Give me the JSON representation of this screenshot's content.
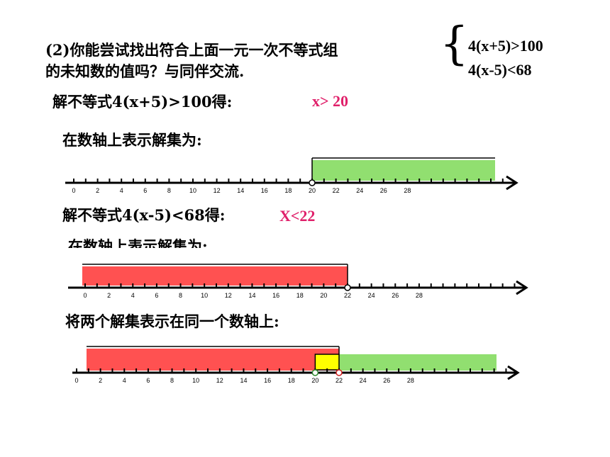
{
  "question": {
    "line1": "(2)你能尝试找出符合上面一元一次不等式组",
    "line2": "的未知数的值吗？与同伴交流."
  },
  "system": {
    "ineq1": "4(x+5)>100",
    "ineq2": "4(x-5)<68"
  },
  "step1": {
    "label": "解不等式4(x+5)>100得:",
    "answer": "x> 20",
    "axis_label": "在数轴上表示解集为:"
  },
  "step2": {
    "label": "解不等式4(x-5)<68得:",
    "answer": "X<22",
    "axis_label": "在数轴上表示解集为:"
  },
  "step3": {
    "label": "将两个解集表示在同一个数轴上:"
  },
  "axis_ticks": [
    "0",
    "2",
    "4",
    "6",
    "8",
    "10",
    "12",
    "14",
    "16",
    "18",
    "20",
    "22",
    "24",
    "26",
    "28"
  ],
  "colors": {
    "answer": "#e0206a",
    "green_region": "#7ed957",
    "red_region": "#ff3333",
    "overlap": "#ffff00"
  }
}
